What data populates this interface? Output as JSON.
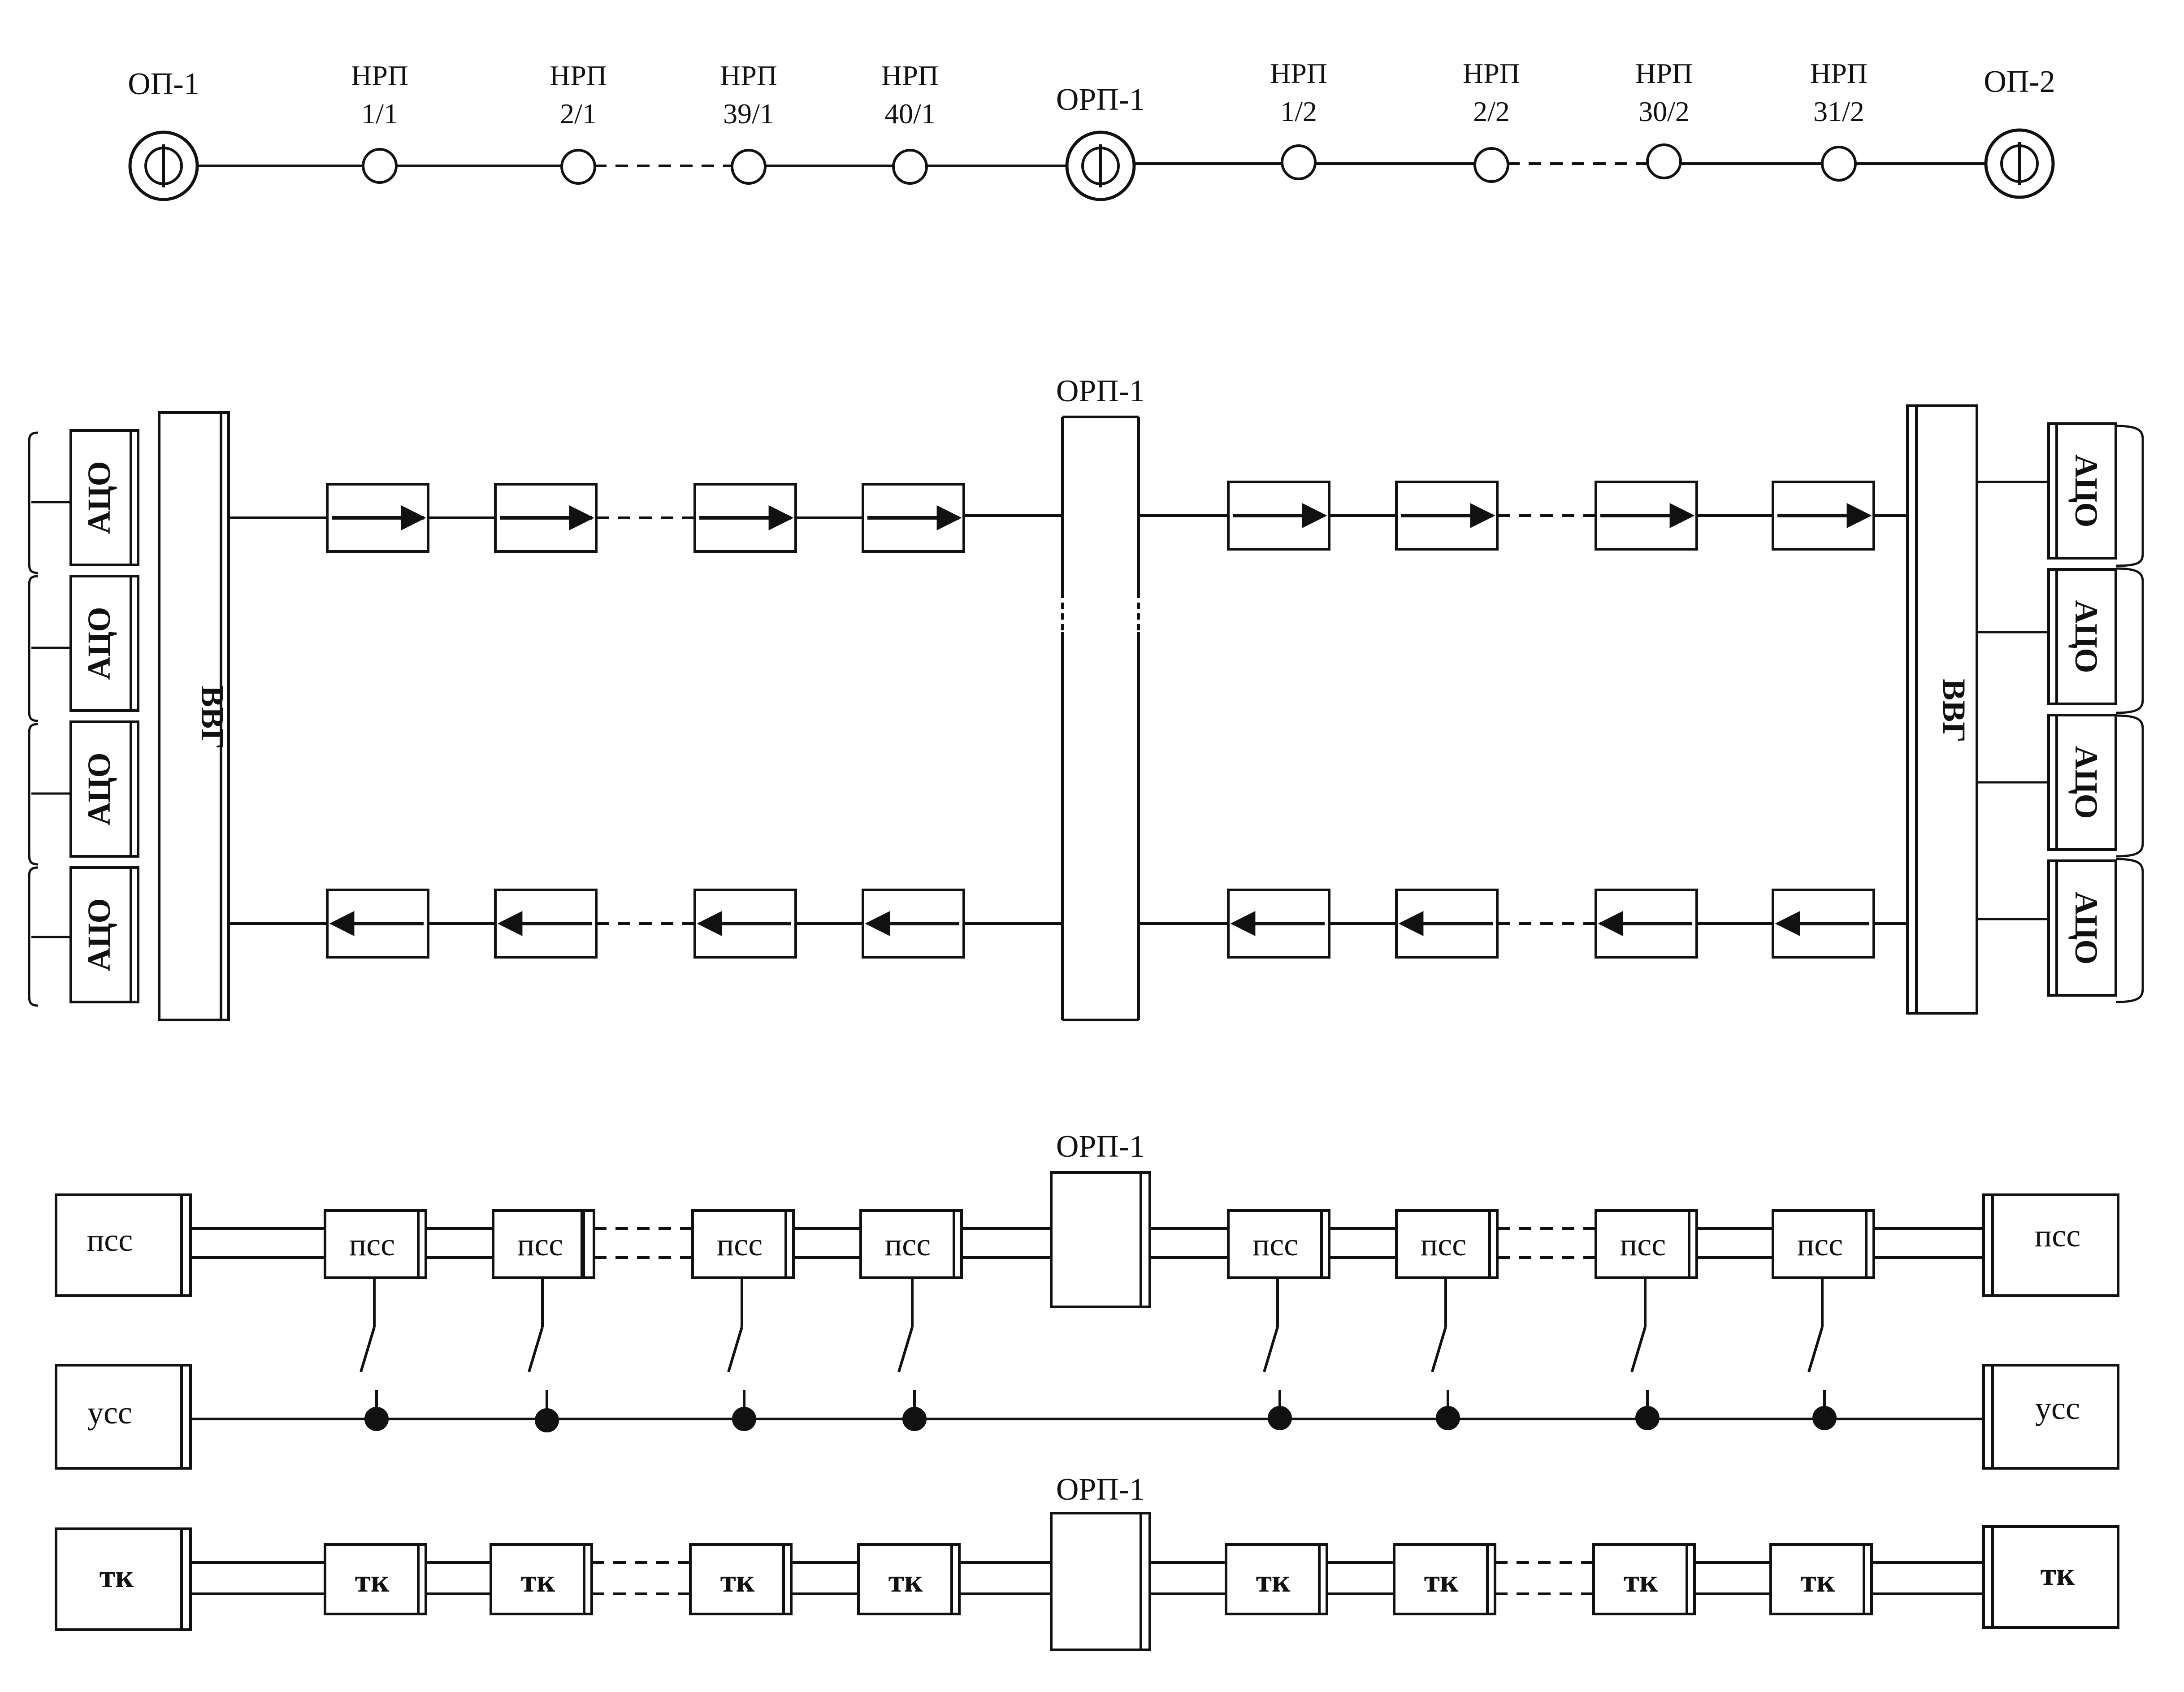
{
  "colors": {
    "stroke": "#111111",
    "background": "#ffffff"
  },
  "top_line": {
    "endpoints": [
      {
        "label": "ОП-1"
      },
      {
        "label": "ОРП-1"
      },
      {
        "label": "ОП-2"
      }
    ],
    "repeaters": [
      {
        "name": "НРП",
        "number": "1/1"
      },
      {
        "name": "НРП",
        "number": "2/1"
      },
      {
        "name": "НРП",
        "number": "39/1"
      },
      {
        "name": "НРП",
        "number": "40/1"
      },
      {
        "name": "НРП",
        "number": "1/2"
      },
      {
        "name": "НРП",
        "number": "2/2"
      },
      {
        "name": "НРП",
        "number": "30/2"
      },
      {
        "name": "НРП",
        "number": "31/2"
      }
    ],
    "station_icon": "phi-circle-icon"
  },
  "transmission_block": {
    "center_label": "ОРП-1",
    "left_group_label": "ВВГ",
    "right_group_label": "ВВГ",
    "terminal_labels": [
      "АЦО",
      "АЦО",
      "АЦО",
      "АЦО"
    ]
  },
  "service_block": {
    "center_label": "ОРП-1",
    "pss_label": "псс",
    "uss_label": "усс"
  },
  "tk_block": {
    "center_label": "ОРП-1",
    "tk_label": "тк"
  }
}
